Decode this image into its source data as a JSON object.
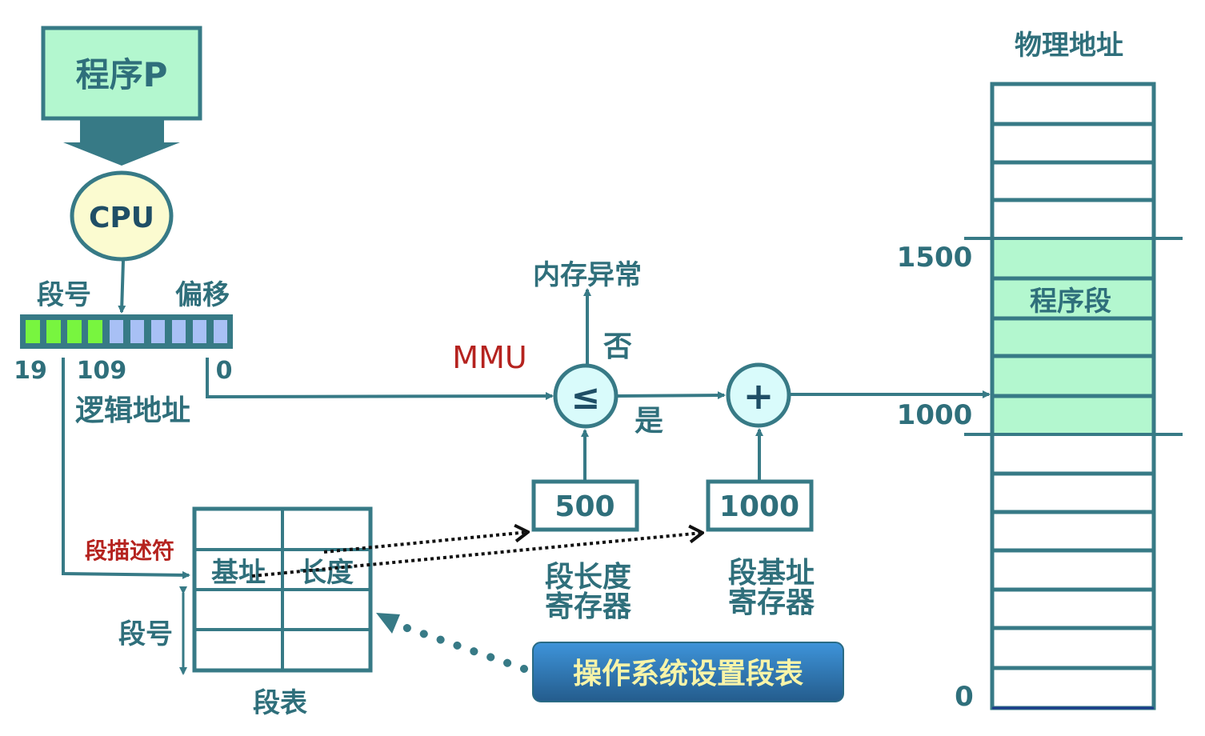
{
  "program": {
    "label": "程序P"
  },
  "cpu": {
    "label": "CPU"
  },
  "logical_address": {
    "segment_label": "段号",
    "offset_label": "偏移",
    "bit_19": "19",
    "bit_10_9": "109",
    "bit_0": "0",
    "caption": "逻辑地址"
  },
  "mmu": {
    "label": "MMU",
    "compare_symbol": "≤",
    "add_symbol": "+",
    "no_label": "否",
    "yes_label": "是",
    "exception_label": "内存异常",
    "length_register": {
      "value": "500",
      "caption_1": "段长度",
      "caption_2": "寄存器"
    },
    "base_register": {
      "value": "1000",
      "caption_1": "段基址",
      "caption_2": "寄存器"
    }
  },
  "segment_table": {
    "descriptor_label": "段描述符",
    "base_col": "基址",
    "length_col": "长度",
    "index_label": "段号",
    "caption": "段表"
  },
  "os_button": {
    "label": "操作系统设置段表"
  },
  "physical_memory": {
    "title": "物理地址",
    "segment_label": "程序段",
    "mark_1500": "1500",
    "mark_1000": "1000",
    "mark_0": "0"
  },
  "colors": {
    "teal": "#377a86",
    "program_fill": "#b3f7cf",
    "cpu_fill": "#fbfbd0",
    "segment_bits": "#78f53f",
    "offset_bits": "#a8c0f5",
    "accent_red": "#b5231f",
    "button_blue": "#2f7fc4",
    "button_text": "#f8f4a8"
  }
}
